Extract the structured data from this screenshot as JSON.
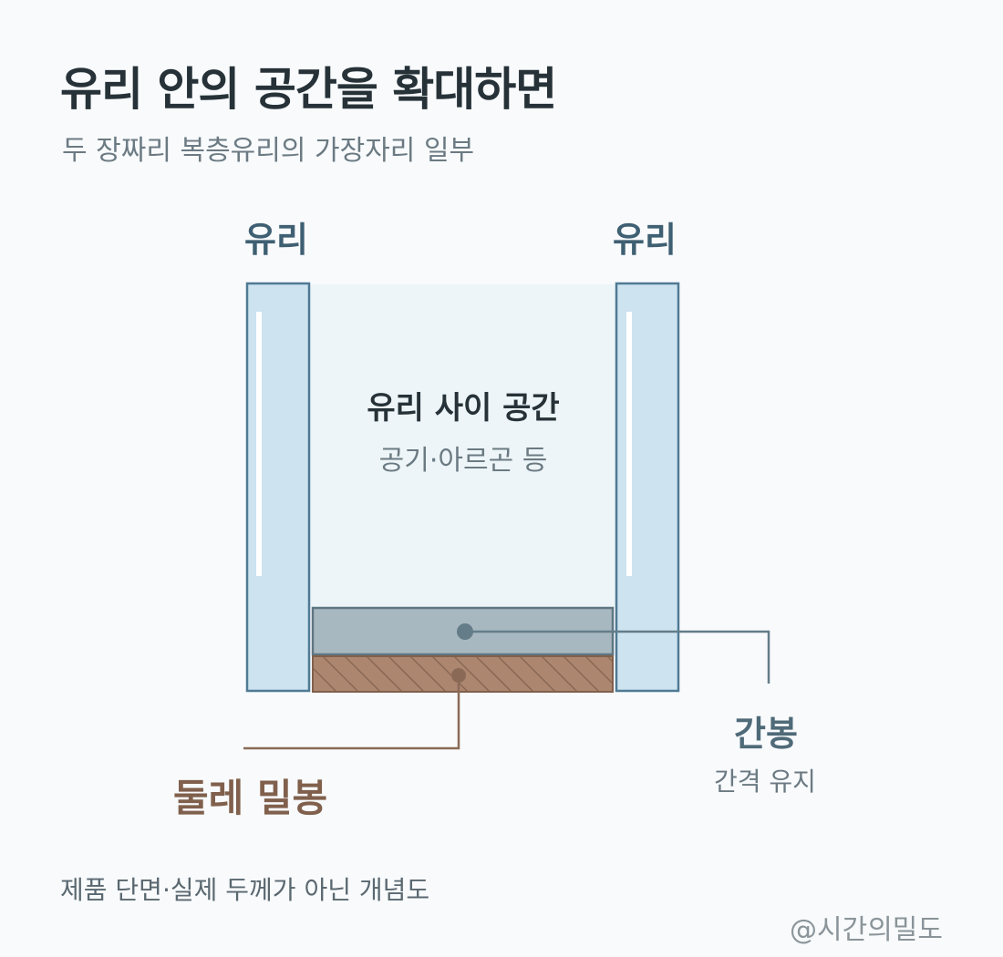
{
  "title": "유리 안의 공간을 확대하면",
  "subtitle": "두 장짜리 복층유리의 가장자리 일부",
  "glass": {
    "left_label": "유리",
    "right_label": "유리"
  },
  "gap": {
    "label": "유리 사이 공간",
    "sub": "공기·아르곤 등"
  },
  "spacer": {
    "label": "간봉",
    "sub": "간격 유지"
  },
  "seal": {
    "label": "둘레 밀봉"
  },
  "footnote": "제품 단면·실제 두께가 아닌 개념도",
  "credit": "@시간의밀도",
  "colors": {
    "glass_fill": "#cde3ef",
    "glass_stroke": "#4f7a94",
    "gap_fill": "#edf5f8",
    "spacer_fill": "#a8b8c0",
    "spacer_stroke": "#5f7682",
    "seal_fill": "#ad8670",
    "seal_stroke": "#80604c",
    "spacer_line": "#647d89",
    "seal_line": "#8a6a56"
  }
}
